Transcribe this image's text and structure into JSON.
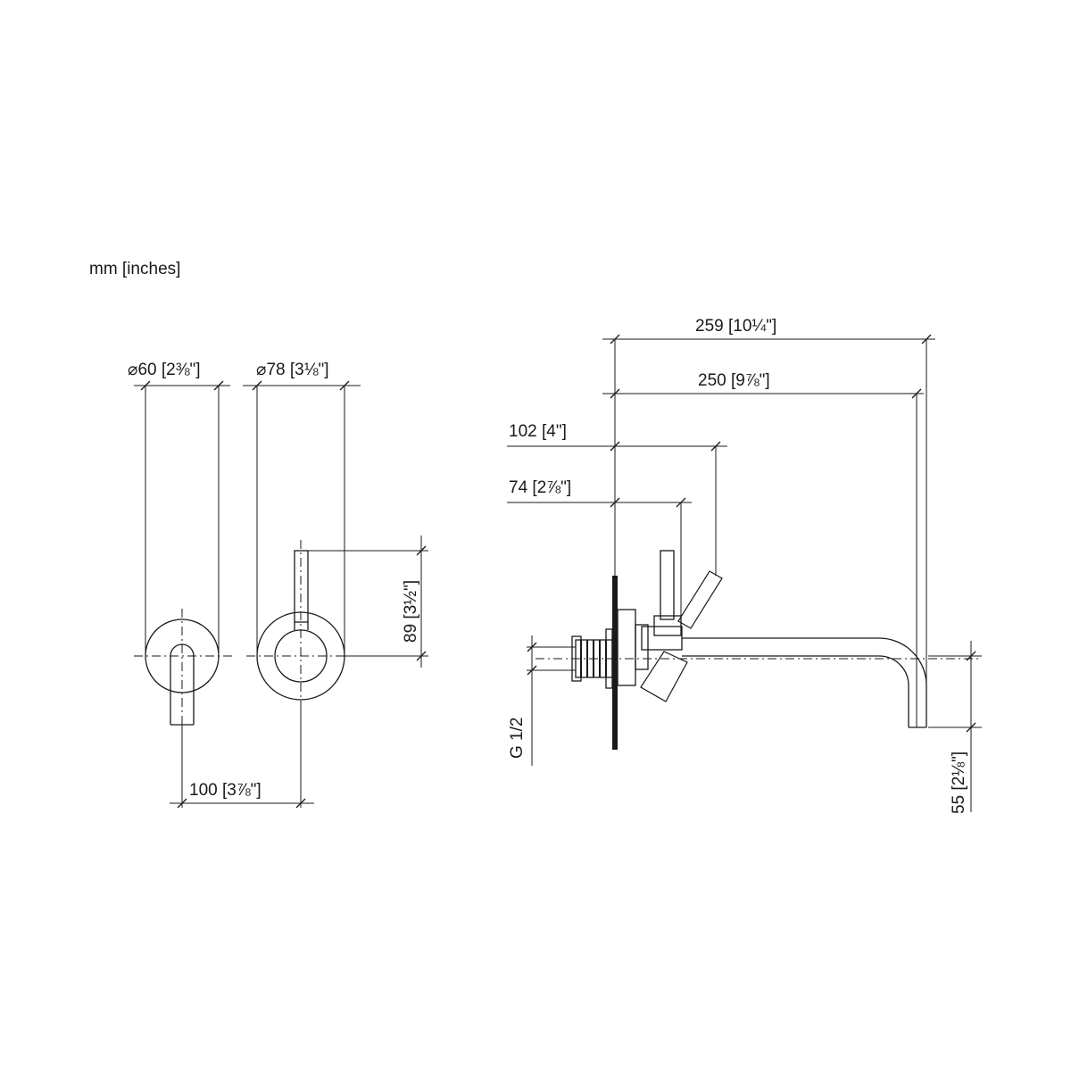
{
  "units_label": "mm  [inches]",
  "dimensions": {
    "front_escutcheon_dia": "⌀60 [2⅜\"]",
    "front_mixer_dia": "⌀78 [3⅛\"]",
    "front_lever_height": "89 [3½\"]",
    "front_spacing": "100 [3⅞\"]",
    "side_overall_length": "259 [10¼\"]",
    "side_spout_length": "250 [9⅞\"]",
    "side_lever_tilt_reach": "102 [4\"]",
    "side_lever_reach": "74 [2⅞\"]",
    "side_connection": "G 1/2",
    "side_spout_drop": "55 [2⅛\"]"
  }
}
